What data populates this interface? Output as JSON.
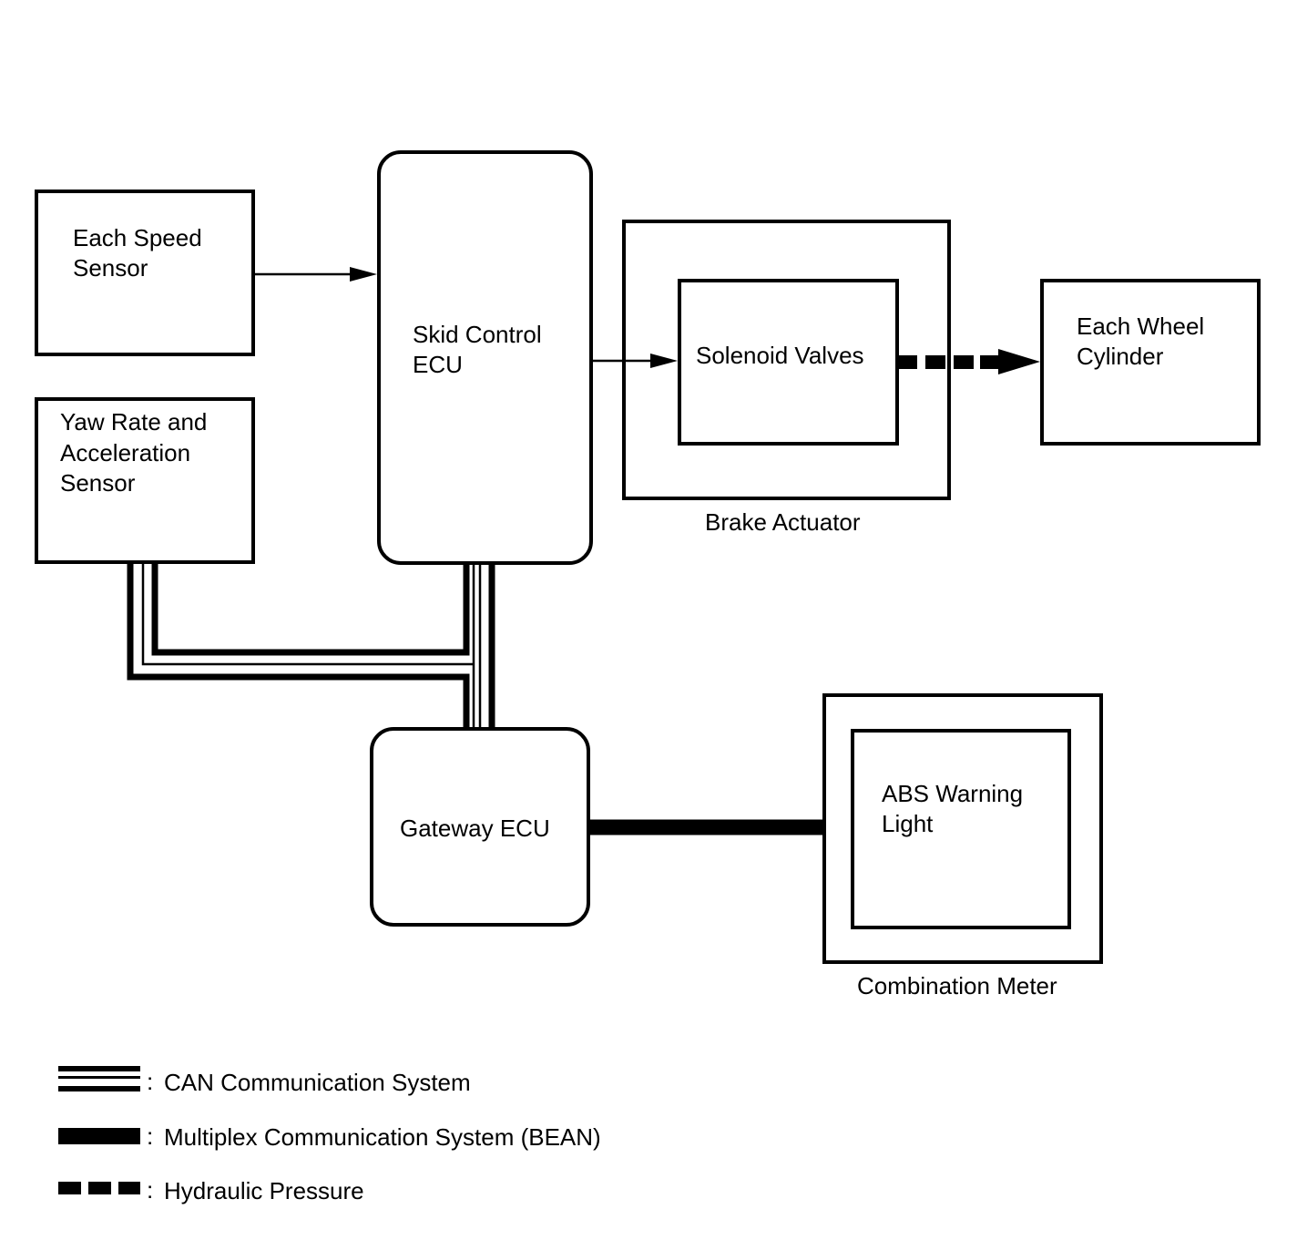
{
  "colors": {
    "background": "#ffffff",
    "ink": "#000000"
  },
  "nodes": {
    "speed_sensor": {
      "lines": [
        "Each Speed",
        "Sensor"
      ]
    },
    "yaw_sensor": {
      "lines": [
        "Yaw Rate and",
        "Acceleration",
        "Sensor"
      ]
    },
    "skid_ecu": {
      "lines": [
        "Skid Control",
        "ECU"
      ]
    },
    "solenoid": {
      "lines": [
        "Solenoid Valves"
      ]
    },
    "brake_actuator": {
      "label": "Brake Actuator"
    },
    "wheel_cylinder": {
      "lines": [
        "Each Wheel",
        "Cylinder"
      ]
    },
    "gateway_ecu": {
      "lines": [
        "Gateway ECU"
      ]
    },
    "abs_light": {
      "lines": [
        "ABS Warning",
        "Light"
      ]
    },
    "combination_meter": {
      "label": "Combination Meter"
    }
  },
  "legend": [
    {
      "key": "can",
      "label": "CAN Communication System"
    },
    {
      "key": "bean",
      "label": "Multiplex Communication System (BEAN)"
    },
    {
      "key": "hydraulic",
      "label": "Hydraulic Pressure"
    }
  ],
  "legend_separator": ":"
}
